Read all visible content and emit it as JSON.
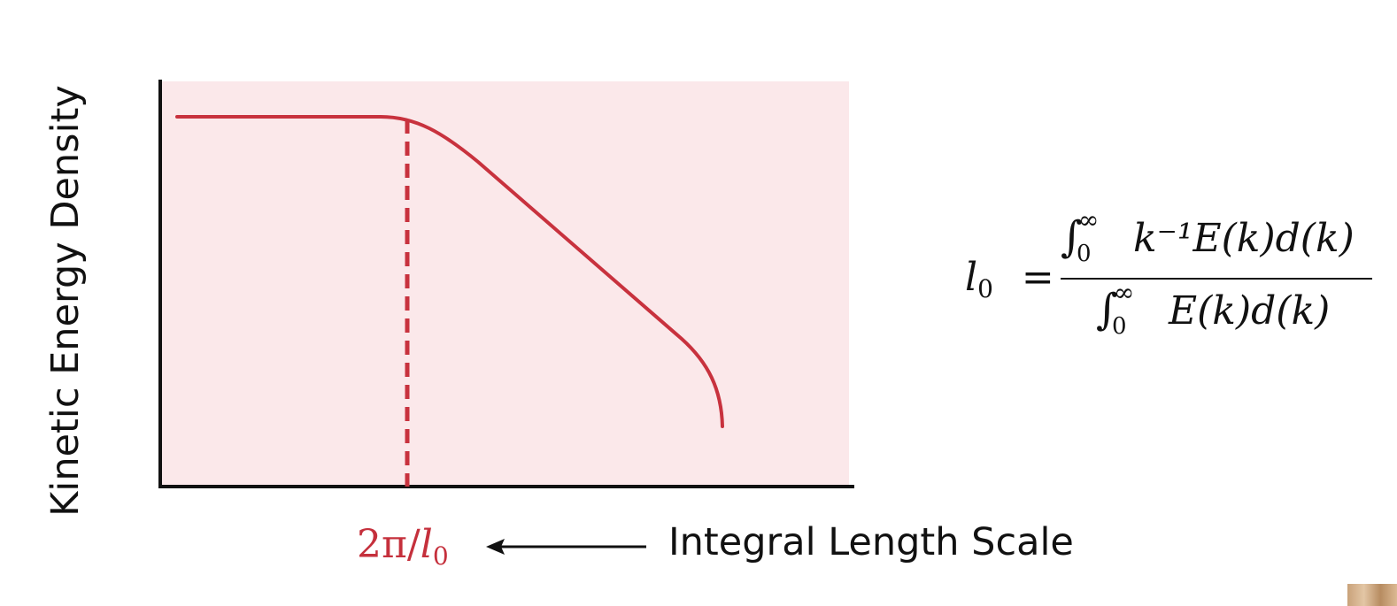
{
  "diagram": {
    "y_axis_label": "Kinetic Energy Density",
    "marker_label": {
      "numeral": "2π/",
      "symbol": "l",
      "subscript": "0"
    },
    "arrow_label": "Integral Length Scale",
    "formula": {
      "lhs_symbol": "l",
      "lhs_subscript": "0",
      "equals": "=",
      "integral_lower": "0",
      "integral_upper": "∞",
      "numerator_body": "k⁻¹E(k)d(k)",
      "denominator_body": "E(k)d(k)"
    },
    "colors": {
      "curve": "#c8323e",
      "panel_fill": "#fbe8ea",
      "axis": "#111111",
      "marker_text": "#c5303c"
    }
  }
}
